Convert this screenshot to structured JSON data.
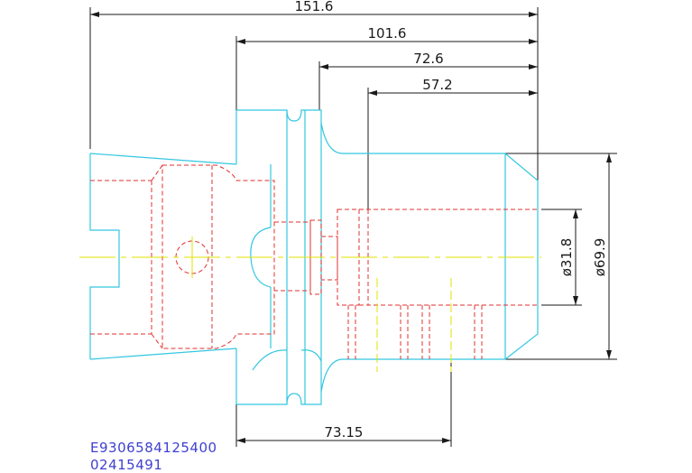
{
  "dimensions": {
    "overall_length": "151.6",
    "flange_to_end": "101.6",
    "body_length": "72.6",
    "bore_depth": "57.2",
    "bottom_length": "73.15",
    "bore_diameter": "ø31.8",
    "outer_diameter": "ø69.9"
  },
  "codes": {
    "line1": "E9306584125400",
    "line2": "02415491"
  },
  "colors": {
    "dimension": "#1a1a1a",
    "outline": "#33c7e0",
    "hidden": "#e03030",
    "centerline": "#e0e000",
    "code_text": "#4040d0"
  }
}
